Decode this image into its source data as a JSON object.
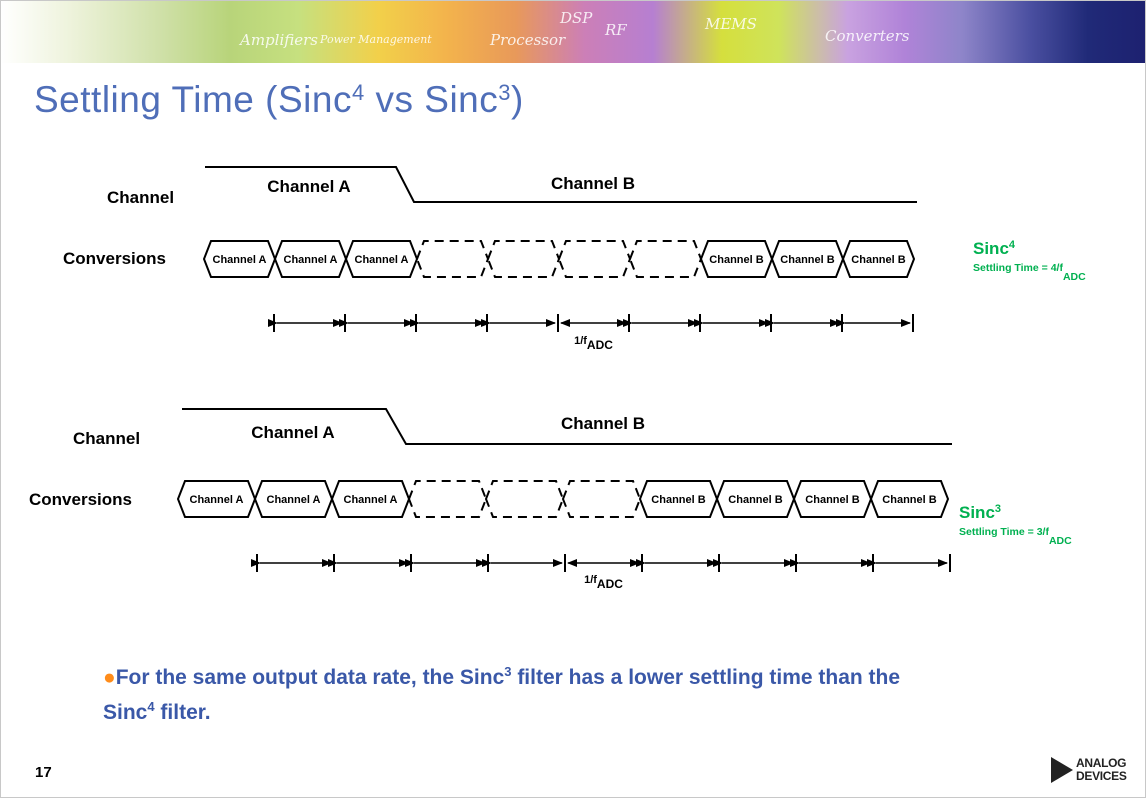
{
  "slide": {
    "title": "Settling Time (Sinc",
    "title_sup1": "4",
    "title_mid": " vs Sinc",
    "title_sup2": "3",
    "title_end": ")",
    "page_number": "17",
    "banner_words": [
      "Amplifiers",
      "Power Management",
      "Processor",
      "DSP",
      "RF",
      "MEMS",
      "Converters"
    ],
    "logo": {
      "line1": "ANALOG",
      "line2": "DEVICES"
    },
    "note": {
      "bullet": "●",
      "part1": "For the same output data rate, the Sinc",
      "sup1": "3",
      "part2": " filter has a lower settling time than the Sinc",
      "sup2": "4",
      "part3": " filter."
    },
    "colors": {
      "title": "#4f6eb8",
      "note": "#3a58a8",
      "bullet": "#ff8c1a",
      "sinc_label": "#00b050"
    }
  },
  "diagrams": [
    {
      "id": "sinc4",
      "channel_row_label": "Channel",
      "conversions_row_label": "Conversions",
      "channel_a": "Channel A",
      "channel_b": "Channel B",
      "slots": [
        "Channel A",
        "Channel A",
        "Channel A",
        "",
        "",
        "",
        "",
        "Channel B",
        "Channel B",
        "Channel B"
      ],
      "period_label": "1/f",
      "period_sub": "ADC",
      "sinc_label": "Sinc",
      "sinc_sup": "4",
      "settling_label": "Settling Time = 4/f",
      "settling_sub": "ADC"
    },
    {
      "id": "sinc3",
      "channel_row_label": "Channel",
      "conversions_row_label": "Conversions",
      "channel_a": "Channel A",
      "channel_b": "Channel B",
      "slots": [
        "Channel A",
        "Channel A",
        "Channel A",
        "",
        "",
        "",
        "Channel B",
        "Channel B",
        "Channel B",
        "Channel B"
      ],
      "period_label": "1/f",
      "period_sub": "ADC",
      "sinc_label": "Sinc",
      "sinc_sup": "3",
      "settling_label": "Settling Time = 3/f",
      "settling_sub": "ADC"
    }
  ]
}
